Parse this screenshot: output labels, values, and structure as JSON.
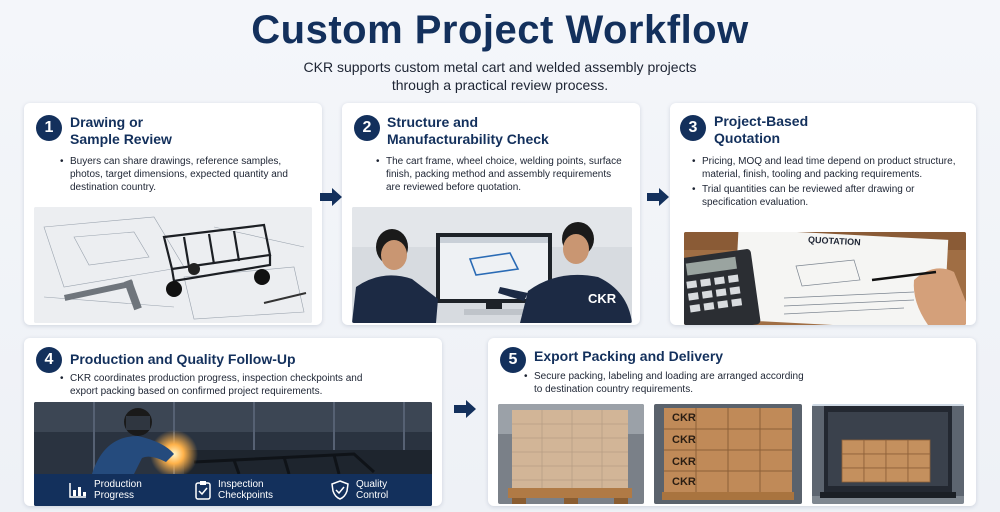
{
  "header": {
    "title": "Custom Project Workflow",
    "subtitle_line1": "CKR supports custom metal cart and welded assembly projects",
    "subtitle_line2": "through a practical review process."
  },
  "steps": [
    {
      "number": "1",
      "title_lines": [
        "Drawing or",
        "Sample Review"
      ],
      "bullets": [
        "Buyers can share drawings, reference samples, photos, target dimensions, expected quantity and destination country."
      ]
    },
    {
      "number": "2",
      "title_lines": [
        "Structure and",
        "Manufacturability Check"
      ],
      "bullets": [
        "The cart frame, wheel choice, welding points, surface finish, packing method and assembly requirements are reviewed before quotation."
      ],
      "image_text": "CKR"
    },
    {
      "number": "3",
      "title_lines": [
        "Project-Based",
        "Quotation"
      ],
      "bullets": [
        "Pricing, MOQ and lead time depend on product structure, material, finish, tooling and packing requirements.",
        "Trial quantities can be reviewed after drawing or specification evaluation."
      ],
      "image_text": "QUOTATION"
    },
    {
      "number": "4",
      "title_lines": [
        "Production and Quality Follow-Up"
      ],
      "bullets": [
        "CKR coordinates production progress, inspection checkpoints and export packing based on confirmed project requirements."
      ],
      "bar": [
        {
          "icon": "chart-icon",
          "line1": "Production",
          "line2": "Progress"
        },
        {
          "icon": "clipboard-icon",
          "line1": "Inspection",
          "line2": "Checkpoints"
        },
        {
          "icon": "shield-check-icon",
          "line1": "Quality",
          "line2": "Control"
        }
      ]
    },
    {
      "number": "5",
      "title_lines": [
        "Export Packing and Delivery"
      ],
      "bullets": [
        "Secure packing, labeling and loading are arranged according to destination country requirements."
      ],
      "box_label": "CKR"
    }
  ],
  "colors": {
    "navy": "#13305c",
    "card": "#ffffff",
    "background": "#f0f3f8"
  }
}
